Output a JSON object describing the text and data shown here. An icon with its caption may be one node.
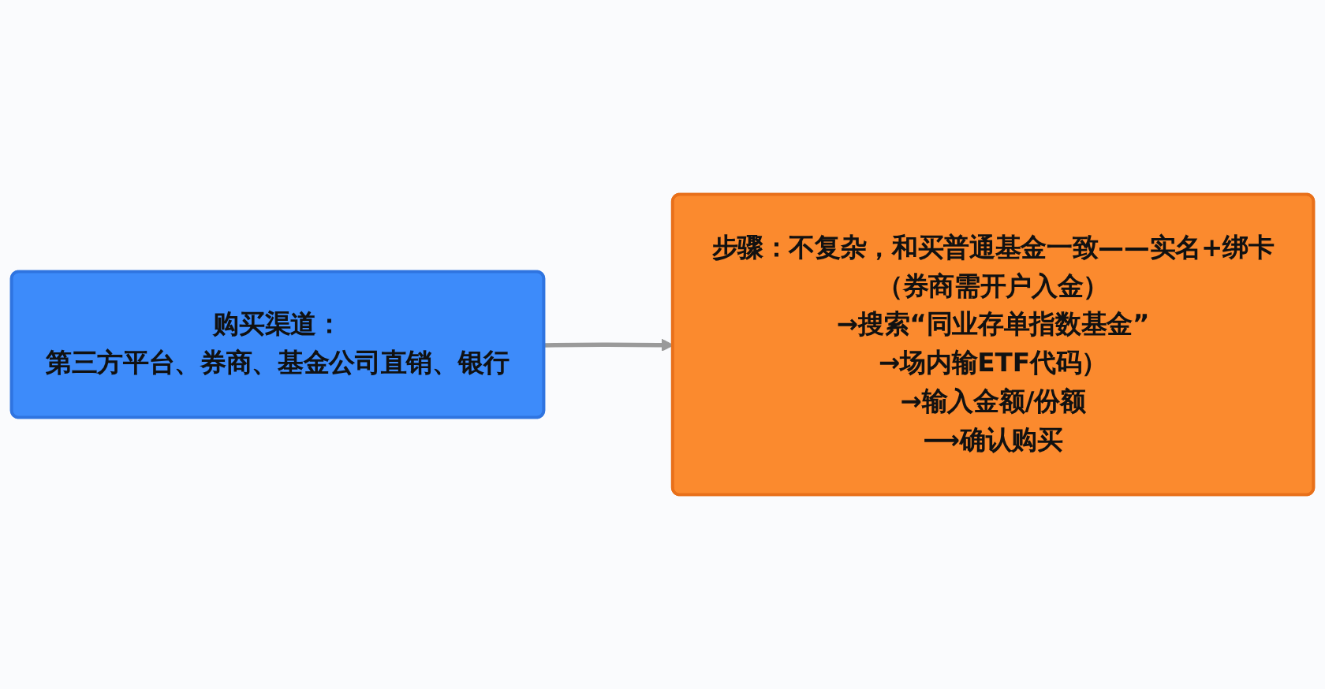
{
  "diagram": {
    "nodes": [
      {
        "text": [
          "购买渠道：",
          "第三方平台、券商、基金公司直销、银行"
        ]
      },
      {
        "text": [
          "步骤：不复杂，和买普通基金一致——实名+绑卡（券商需开户入金）",
          "→搜索“同业存单指数基金”",
          "→场内输ETF代码）",
          "→输入金额/份额",
          "⟶确认购买"
        ]
      }
    ],
    "edges": [
      {
        "from": 0,
        "to": 1,
        "arrow": "to"
      }
    ]
  }
}
